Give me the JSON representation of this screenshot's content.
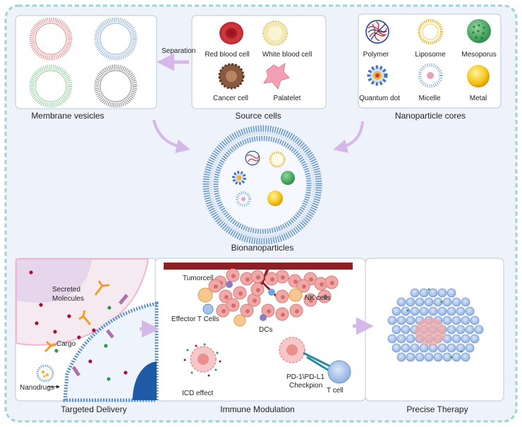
{
  "top": {
    "membrane_vesicles": "Membrane vesicles",
    "separation": "Separation",
    "source_cells": {
      "title": "Source cells",
      "items": [
        "Red blood cell",
        "White blood cell",
        "Cancer cell",
        "Palatelet"
      ]
    },
    "nanoparticle_cores": {
      "title": "Nanoparticle cores",
      "items": [
        "Polymer",
        "Liposome",
        "Mesoporus",
        "Quantum dot",
        "Micelle",
        "Metal"
      ]
    }
  },
  "center": {
    "bionanoparticles": "Bionanoparticles"
  },
  "bottom": {
    "targeted_delivery": {
      "title": "Targeted Delivery",
      "secreted": "Secreted\nMolecules",
      "cargo": "Cargo",
      "nanodrugs": "Nanodrugs"
    },
    "immune_modulation": {
      "title": "Immune Modulation",
      "tumorcell": "Tumorcell",
      "nk_cells": "NK cells",
      "effector": "Effector T Cells",
      "dcs": "DCs",
      "icd": "ICD effect",
      "checkpoint_line1": "PD-1\\PD-L1",
      "checkpoint_line2": "Checkpion",
      "t_cell": "T cell"
    },
    "precise_therapy": {
      "title": "Precise Therapy"
    }
  },
  "colors": {
    "outer_border": "#9fd3cf",
    "panel_bg": "#ffffff",
    "frame_bg": "#eef3fb",
    "arrow": "#d6b8e8",
    "lipid": "#6a98c8",
    "rbc": "#c8242e",
    "tumor": "#e98f8c",
    "vessel": "#8e1f24",
    "tcell": "#a9c3ec"
  }
}
